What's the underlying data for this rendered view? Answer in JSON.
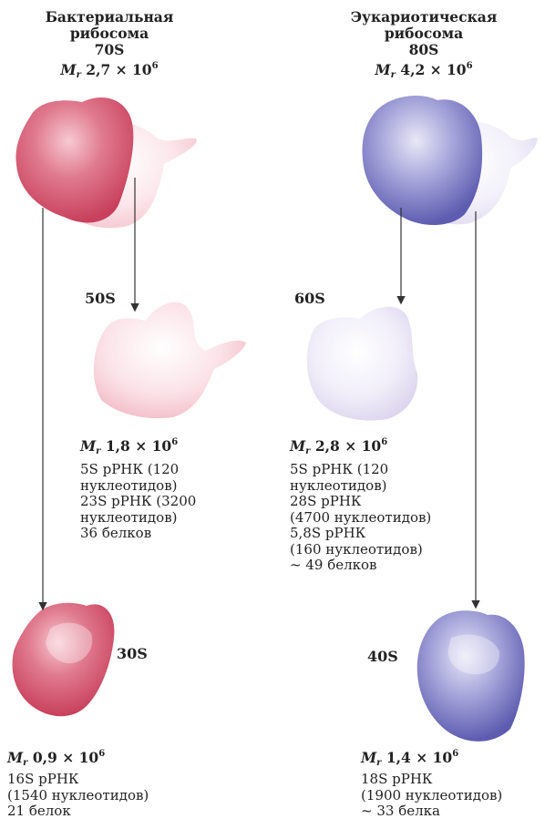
{
  "bacterial": {
    "title_line1": "Бактериальная",
    "title_line2": "рибосома",
    "s_value": "70S",
    "mass_symbol": "M",
    "mass_sub": "r",
    "mass_value": "2,7 × 10",
    "mass_exp": "6",
    "large": {
      "label": "50S",
      "mass_symbol": "M",
      "mass_sub": "r",
      "mass_value": "1,8 × 10",
      "mass_exp": "6",
      "lines": [
        "5S рРНК (120",
        "нуклеотидов)",
        "23S рРНК (3200",
        "нуклеотидов)",
        "36 белков"
      ]
    },
    "small": {
      "label": "30S",
      "mass_symbol": "M",
      "mass_sub": "r",
      "mass_value": "0,9 × 10",
      "mass_exp": "6",
      "lines": [
        "16S рРНК",
        "(1540 нуклеотидов)",
        "21 белок"
      ]
    },
    "color": "#d9536d"
  },
  "eukaryotic": {
    "title_line1": "Эукариотическая",
    "title_line2": "рибосома",
    "s_value": "80S",
    "mass_symbol": "M",
    "mass_sub": "r",
    "mass_value": "4,2 × 10",
    "mass_exp": "6",
    "large": {
      "label": "60S",
      "mass_symbol": "M",
      "mass_sub": "r",
      "mass_value": "2,8 × 10",
      "mass_exp": "6",
      "lines": [
        "5S рРНК (120",
        "нуклеотидов)",
        "28S рРНК",
        "(4700 нуклеотидов)",
        "5,8S рРНК",
        "(160 нуклеотидов)",
        "~ 49 белков"
      ]
    },
    "small": {
      "label": "40S",
      "mass_symbol": "M",
      "mass_sub": "r",
      "mass_value": "1,4 × 10",
      "mass_exp": "6",
      "lines": [
        "18S рРНК",
        "(1900 нуклеотидов)",
        "~ 33 белка"
      ]
    },
    "color": "#6b6ab8"
  }
}
